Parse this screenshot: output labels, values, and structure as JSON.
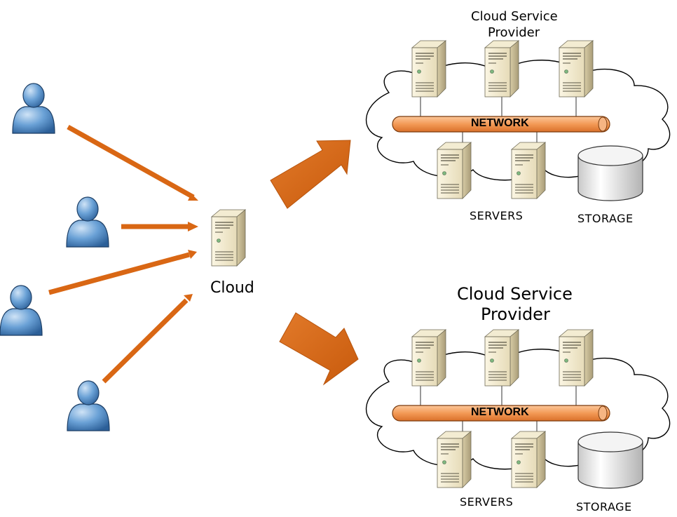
{
  "center_label": "Cloud",
  "providers": [
    {
      "title_line1": "Cloud Service",
      "title_line2": "Provider",
      "network_label": "NETWORK",
      "servers_label": "SERVERS",
      "storage_label": "STORAGE"
    },
    {
      "title_line1": "Cloud Service",
      "title_line2": "Provider",
      "network_label": "NETWORK",
      "servers_label": "SERVERS",
      "storage_label": "STORAGE"
    }
  ],
  "colors": {
    "arrow": "#d96714",
    "network": "#f7a162",
    "user": "#6aa1d6",
    "server": "#ece2c2",
    "storage": "#ececec"
  }
}
